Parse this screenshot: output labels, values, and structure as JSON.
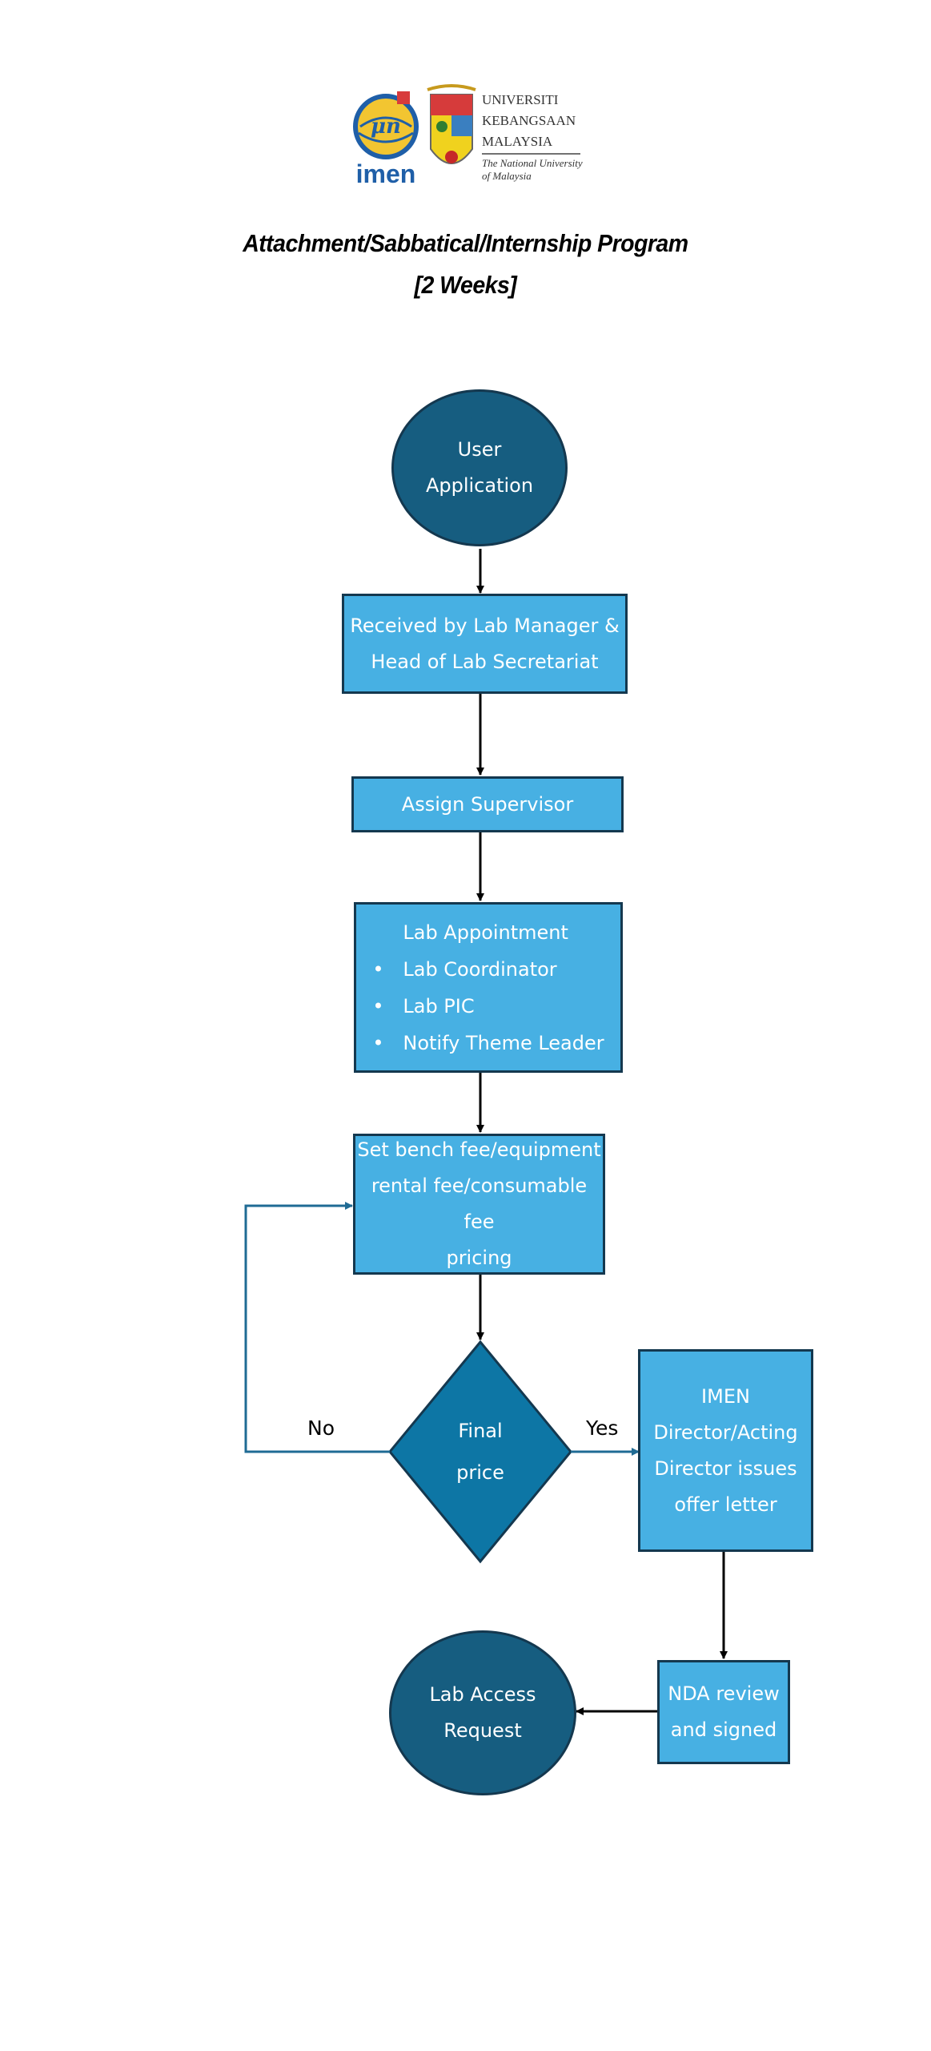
{
  "header": {
    "title_line1": "Attachment/Sabbatical/Internship Program",
    "title_line2": "[2 Weeks]",
    "logos": {
      "imen_text": "imen",
      "imen_emblem_text": "μn",
      "ukm_line1": "UNIVERSITI",
      "ukm_line2": "KEBANGSAAN",
      "ukm_line3": "MALAYSIA",
      "ukm_tagline1": "The National University",
      "ukm_tagline2": "of Malaysia"
    }
  },
  "flow": {
    "user_application": [
      "User",
      "Application"
    ],
    "received": [
      "Received by Lab Manager &",
      "Head of Lab Secretariat"
    ],
    "assign_supervisor": "Assign Supervisor",
    "lab_appointment": {
      "heading": "Lab Appointment",
      "items": [
        "Lab Coordinator",
        "Lab PIC",
        "Notify Theme Leader"
      ]
    },
    "set_fee": [
      "Set bench fee/equipment",
      "rental fee/consumable fee",
      "pricing"
    ],
    "final_price": [
      "Final",
      "price"
    ],
    "imen_director": [
      "IMEN",
      "Director/Acting",
      "Director issues",
      "offer letter"
    ],
    "nda": [
      "NDA review",
      "and signed"
    ],
    "lab_access": [
      "Lab Access",
      "Request"
    ],
    "label_no": "No",
    "label_yes": "Yes"
  },
  "colors": {
    "box_fill": "#47b0e3",
    "oval_fill": "#165d80",
    "diamond_fill": "#0d76a5",
    "border": "#14384f",
    "loop_arrow": "#1f6b94"
  }
}
